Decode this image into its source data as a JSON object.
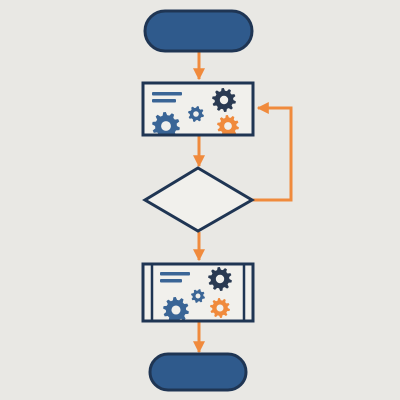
{
  "diagram": {
    "type": "flowchart",
    "colors": {
      "background": "#e9e8e4",
      "navy": "#1f3553",
      "terminal_fill": "#2f5a8c",
      "process_fill": "#f1f0ec",
      "blue_gear": "#3a6596",
      "dark_gear": "#2a3a52",
      "orange": "#f08a3c",
      "arrow": "#f08a3c"
    },
    "nodes": [
      {
        "id": "start",
        "shape": "terminal",
        "label": ""
      },
      {
        "id": "process-1",
        "shape": "process",
        "icon": "gears-icon",
        "label": ""
      },
      {
        "id": "decision",
        "shape": "decision",
        "label": ""
      },
      {
        "id": "process-2",
        "shape": "predefined-process",
        "icon": "gears-icon",
        "label": ""
      },
      {
        "id": "end",
        "shape": "terminal",
        "label": ""
      }
    ],
    "edges": [
      {
        "from": "start",
        "to": "process-1"
      },
      {
        "from": "process-1",
        "to": "decision"
      },
      {
        "from": "decision",
        "to": "process-1",
        "kind": "loop-back"
      },
      {
        "from": "decision",
        "to": "process-2"
      },
      {
        "from": "process-2",
        "to": "end"
      }
    ]
  }
}
